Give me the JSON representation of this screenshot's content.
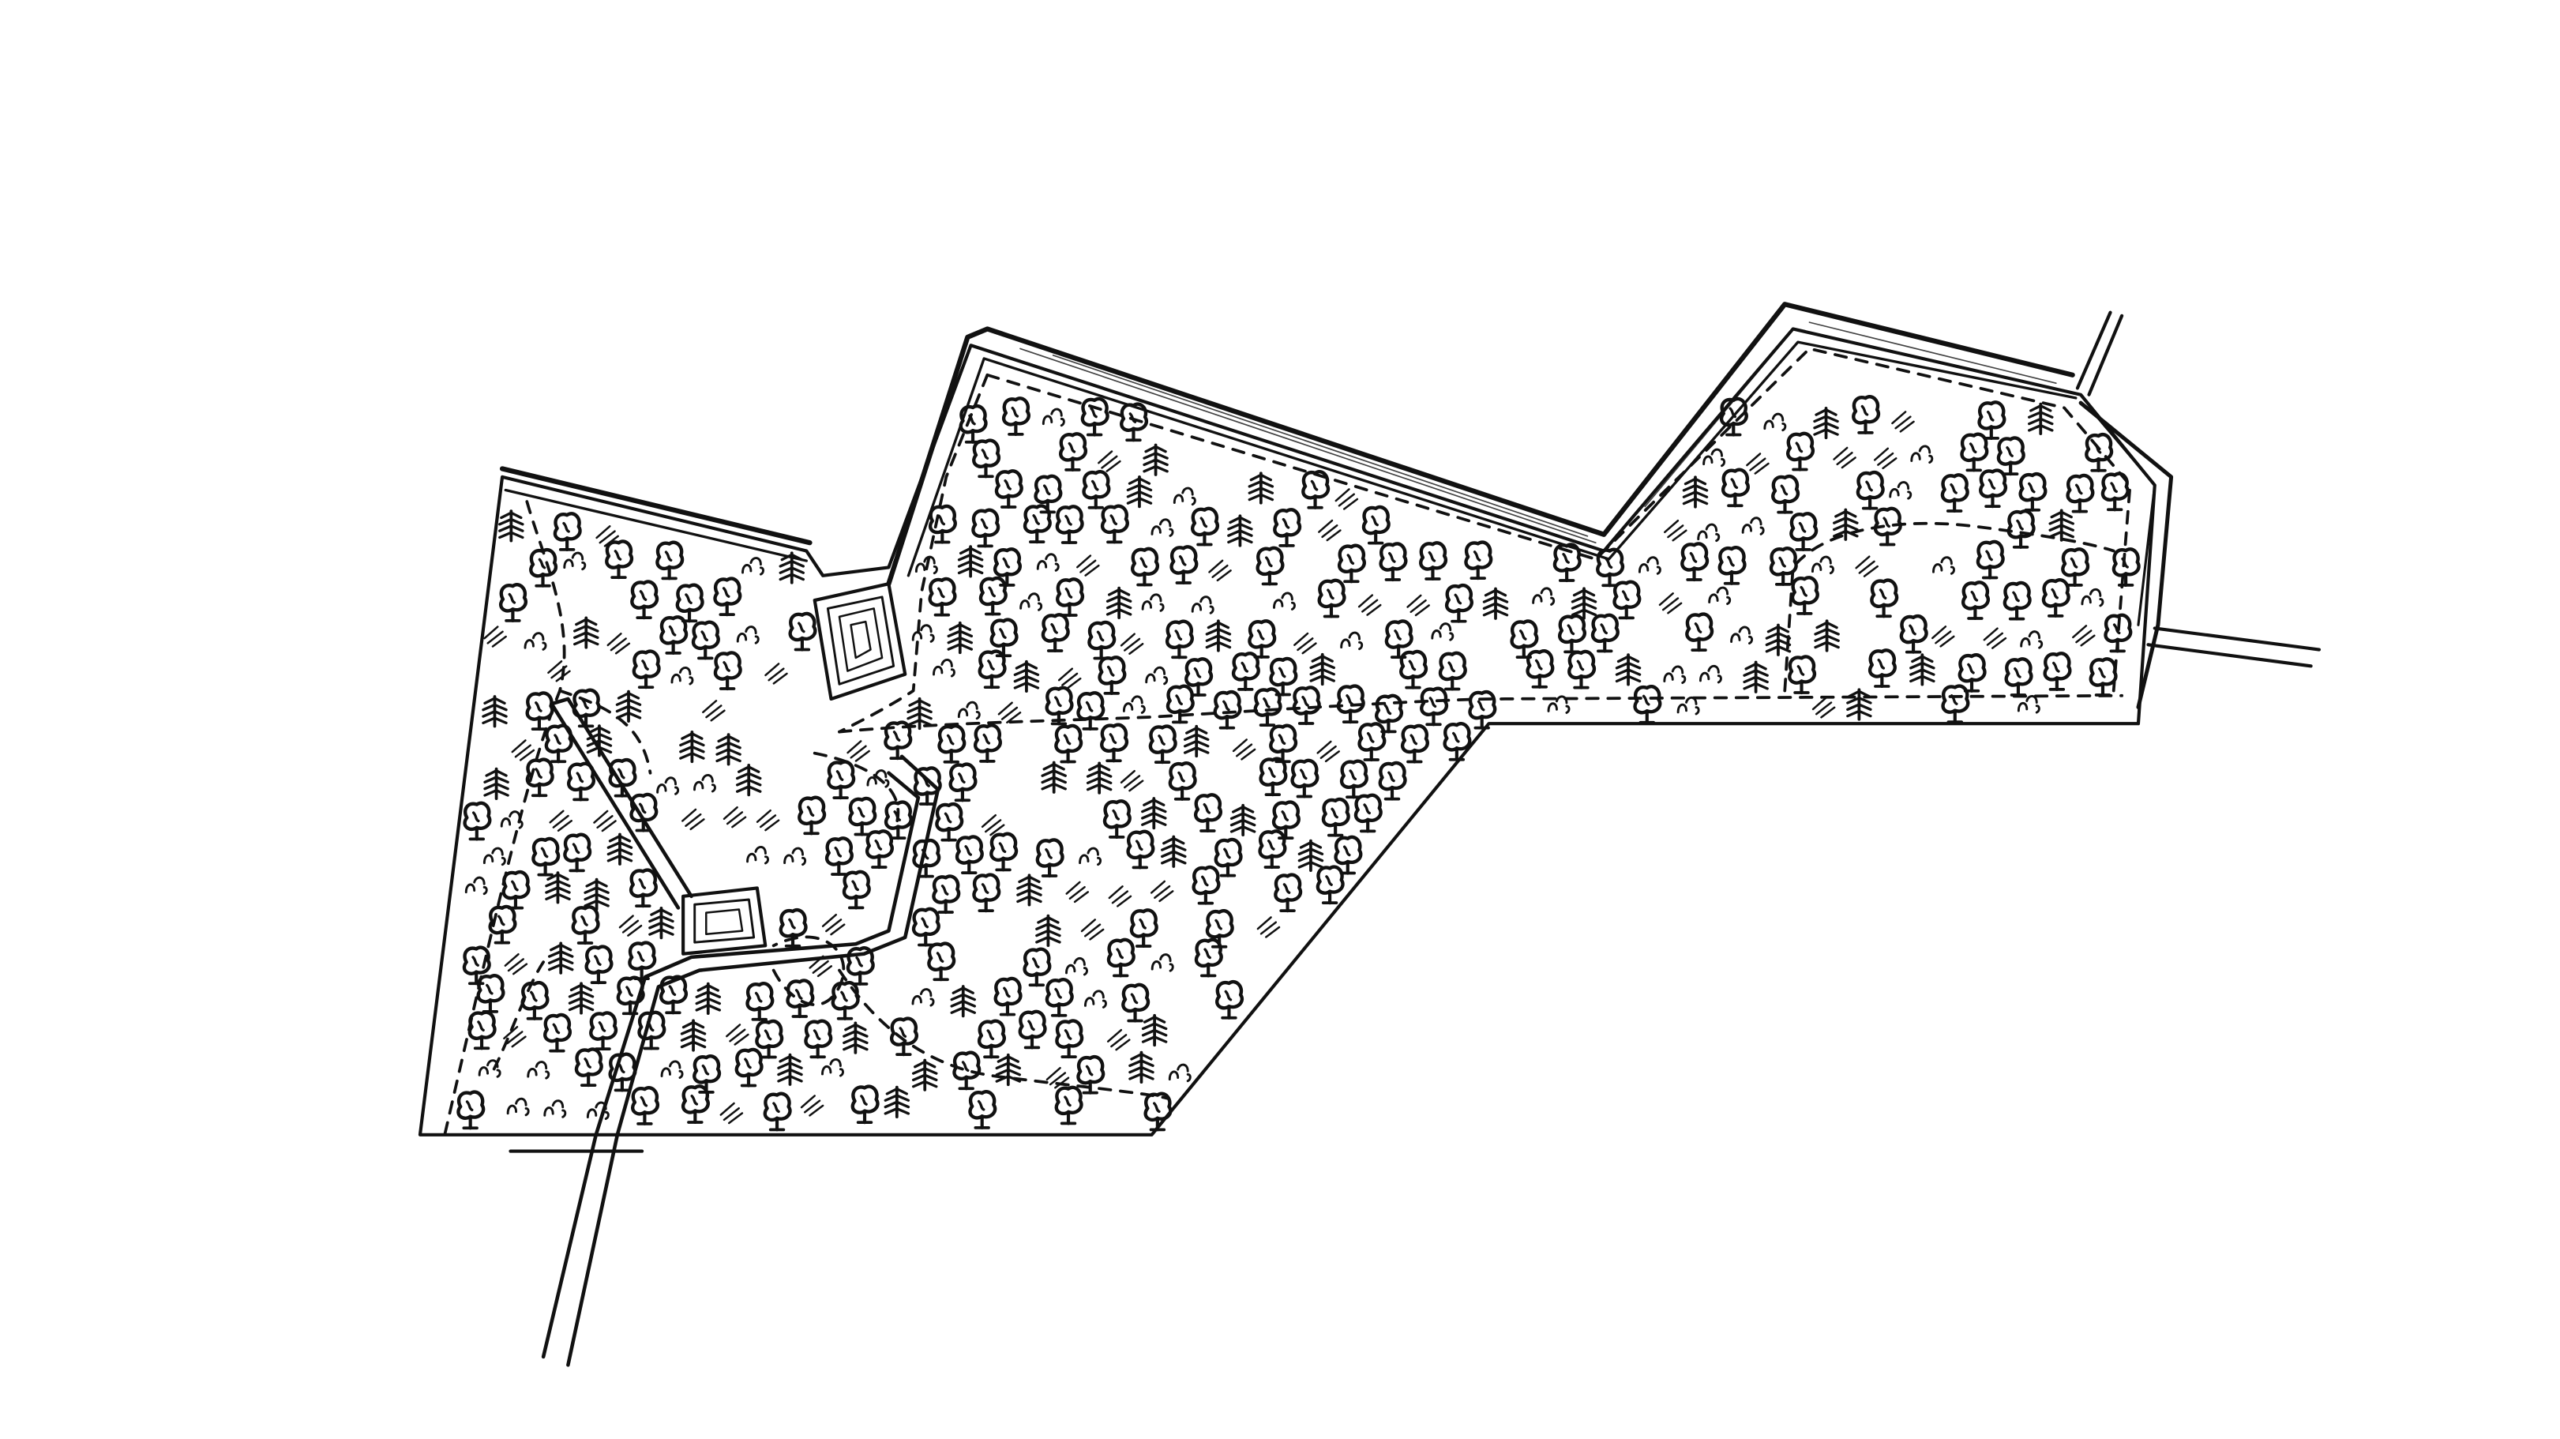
{
  "map": {
    "style": "hand-drawn ink plan",
    "colors": {
      "ink": "#111111",
      "paper": "#ffffff"
    },
    "symbols": [
      {
        "name": "deciduous-tree-icon"
      },
      {
        "name": "conifer-tree-icon"
      },
      {
        "name": "grass-tuft-icon"
      },
      {
        "name": "shrub-icon"
      }
    ],
    "features": [
      "parcel-boundary",
      "drainage-ditch-upper",
      "drainage-ditch-inner",
      "drainage-ditch-lower",
      "inflow-stream-top-right",
      "outflow-stream-right",
      "outflow-stream-bottom",
      "pond-upper",
      "pond-lower",
      "footpath-network"
    ]
  }
}
